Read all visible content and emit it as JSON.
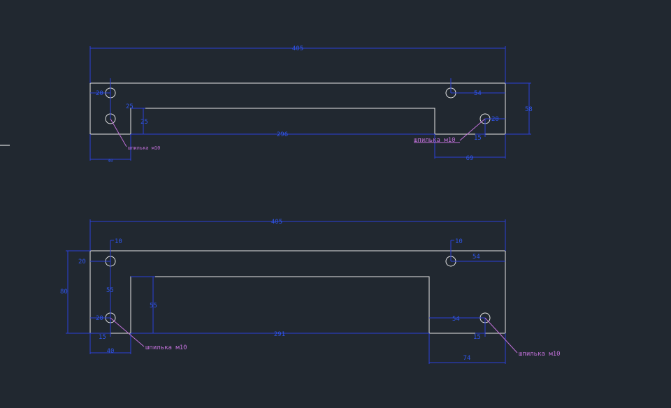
{
  "drawing": {
    "top_part": {
      "overall_width": "405",
      "height": "58",
      "slot_length": "296",
      "slot_depth": "25",
      "hole_spacing_vertical": "25",
      "left_hole_offset": "20",
      "left_leg_width": "40",
      "right_hole_offset": "54",
      "right_hole_edge": "20",
      "right_hole_small": "15",
      "right_leg_width": "69",
      "note_left": "шпилька м10",
      "note_right": "шпилька м10"
    },
    "bottom_part": {
      "overall_width": "405",
      "height": "80",
      "slot_length": "291",
      "slot_depth": "55",
      "hole_spacing_vertical": "55",
      "left_hole_top_offset": "10",
      "right_hole_top_offset": "10",
      "left_hole_offset_top": "20",
      "left_hole_offset_bottom": "20",
      "left_small": "15",
      "left_leg_width": "40",
      "right_hole_offset_top": "54",
      "right_hole_offset_bottom": "54",
      "right_small": "15",
      "right_leg_width": "74",
      "note_left": "шпилька м10",
      "note_right": "шпилька м10"
    }
  },
  "colors": {
    "background": "#212830",
    "outline": "#e6e6e6",
    "dimension": "#2a3fd8",
    "annotation": "#c070d8"
  }
}
